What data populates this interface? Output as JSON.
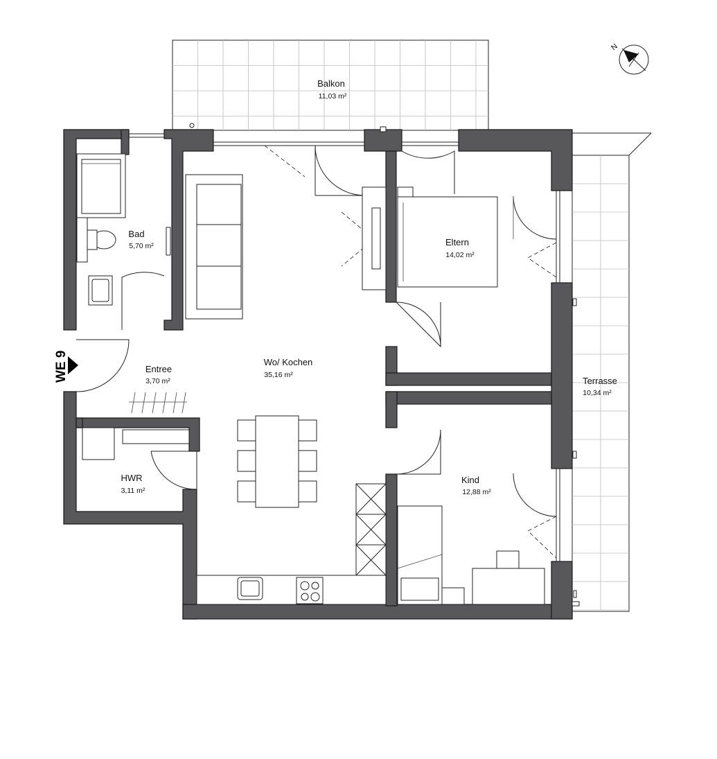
{
  "unit": {
    "label": "WE 9"
  },
  "compass": {
    "north_letter": "N"
  },
  "rooms": [
    {
      "id": "balkon",
      "name": "Balkon",
      "area": "11,03 m²"
    },
    {
      "id": "bad",
      "name": "Bad",
      "area": "5,70 m²"
    },
    {
      "id": "eltern",
      "name": "Eltern",
      "area": "14,02 m²"
    },
    {
      "id": "entree",
      "name": "Entree",
      "area": "3,70 m²"
    },
    {
      "id": "wohnen",
      "name": "Wo/ Kochen",
      "area": "35,16 m²"
    },
    {
      "id": "terrasse",
      "name": "Terrasse",
      "area": "10,34 m²"
    },
    {
      "id": "hwr",
      "name": "HWR",
      "area": "3,11 m²"
    },
    {
      "id": "kind",
      "name": "Kind",
      "area": "12,88 m²"
    }
  ]
}
